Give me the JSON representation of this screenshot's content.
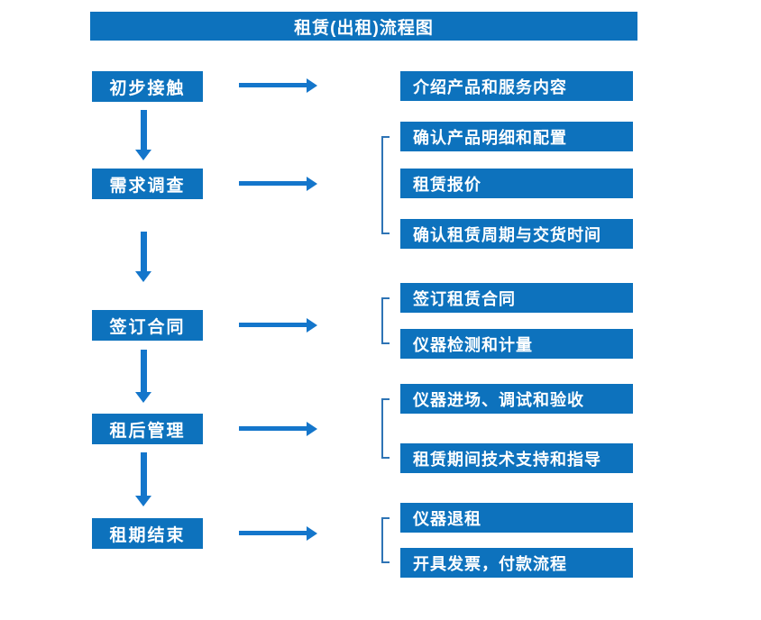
{
  "title": "租赁(出租)流程图",
  "stages": [
    {
      "label": "初步接触"
    },
    {
      "label": "需求调查"
    },
    {
      "label": "签订合同"
    },
    {
      "label": "租后管理"
    },
    {
      "label": "租期结束"
    }
  ],
  "outputs": [
    {
      "label": "介绍产品和服务内容"
    },
    {
      "label": "确认产品明细和配置"
    },
    {
      "label": "租赁报价"
    },
    {
      "label": "确认租赁周期与交货时间"
    },
    {
      "label": "签订租赁合同"
    },
    {
      "label": "仪器检测和计量"
    },
    {
      "label": "仪器进场、调试和验收"
    },
    {
      "label": "租赁期间技术支持和指导"
    },
    {
      "label": "仪器退租"
    },
    {
      "label": "开具发票，付款流程"
    }
  ],
  "colors": {
    "box_blue": "#0d72bd",
    "arrow_blue": "#1476cb",
    "bracket_blue": "#2e74b5",
    "text_white": "#ffffff"
  }
}
